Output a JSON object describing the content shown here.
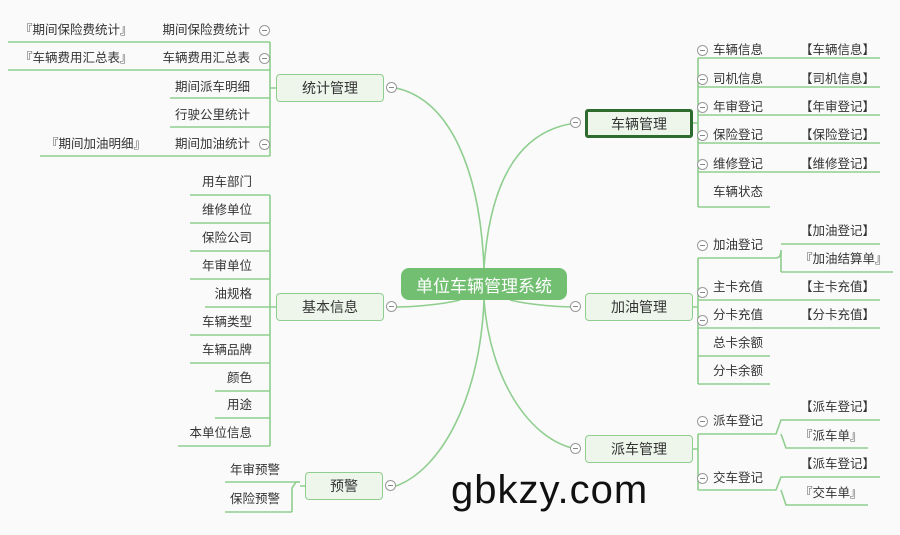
{
  "root": {
    "label": "单位车辆管理系统"
  },
  "branches": {
    "stats": {
      "label": "统计管理",
      "children": [
        {
          "label": "期间保险费统计",
          "report": "『期间保险费统计』"
        },
        {
          "label": "车辆费用汇总表",
          "report": "『车辆费用汇总表』"
        },
        {
          "label": "期间派车明细"
        },
        {
          "label": "行驶公里统计"
        },
        {
          "label": "期间加油统计",
          "report": "『期间加油明细』"
        }
      ]
    },
    "basic": {
      "label": "基本信息",
      "children": [
        {
          "label": "用车部门"
        },
        {
          "label": "维修单位"
        },
        {
          "label": "保险公司"
        },
        {
          "label": "年审单位"
        },
        {
          "label": "油规格"
        },
        {
          "label": "车辆类型"
        },
        {
          "label": "车辆品牌"
        },
        {
          "label": "颜色"
        },
        {
          "label": "用途"
        },
        {
          "label": "本单位信息"
        }
      ]
    },
    "alert": {
      "label": "预警",
      "children": [
        {
          "label": "年审预警"
        },
        {
          "label": "保险预警"
        }
      ]
    },
    "vehicle": {
      "label": "车辆管理",
      "children": [
        {
          "label": "车辆信息",
          "form": "【车辆信息】"
        },
        {
          "label": "司机信息",
          "form": "【司机信息】"
        },
        {
          "label": "年审登记",
          "form": "【年审登记】"
        },
        {
          "label": "保险登记",
          "form": "【保险登记】"
        },
        {
          "label": "维修登记",
          "form": "【维修登记】"
        },
        {
          "label": "车辆状态"
        }
      ]
    },
    "fuel": {
      "label": "加油管理",
      "children": [
        {
          "label": "加油登记",
          "forms": [
            "【加油登记】",
            "『加油结算单』"
          ]
        },
        {
          "label": "主卡充值",
          "form": "【主卡充值】"
        },
        {
          "label": "分卡充值",
          "form": "【分卡充值】"
        },
        {
          "label": "总卡余额"
        },
        {
          "label": "分卡余额"
        }
      ]
    },
    "dispatch": {
      "label": "派车管理",
      "children": [
        {
          "label": "派车登记",
          "forms": [
            "【派车登记】",
            "『派车单』"
          ]
        },
        {
          "label": "交车登记",
          "forms": [
            "【派车登记】",
            "『交车单』"
          ]
        }
      ]
    }
  },
  "watermark": "gbkzy.com",
  "colors": {
    "line": "#8fce8f",
    "root": "#72bf72",
    "node_bg": "#eef6ec",
    "selected_border": "#2e6b2e"
  }
}
